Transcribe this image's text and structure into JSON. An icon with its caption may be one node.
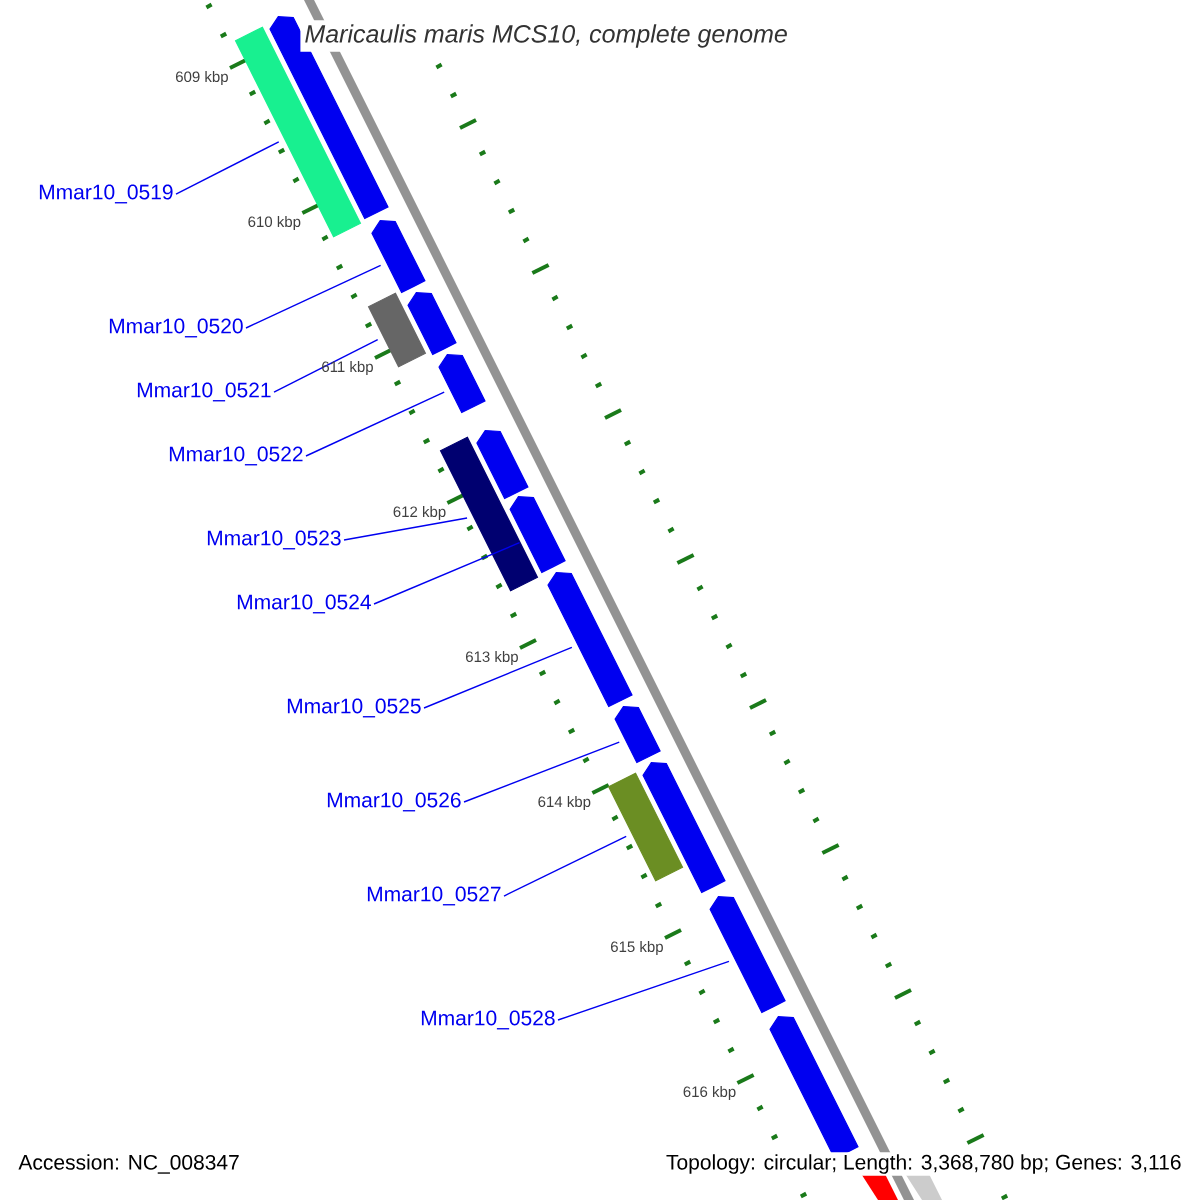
{
  "diagram": {
    "title": "Maricaulis maris MCS10, complete genome",
    "nodes": [
      {
        "text": [],
        "shape": "pentagon"
      },
      {
        "text": [],
        "shape": "bar"
      },
      {
        "text": [],
        "shape": "pentagon"
      },
      {
        "text": [],
        "shape": "pentagon"
      },
      {
        "text": [],
        "shape": "bar"
      },
      {
        "text": [],
        "shape": "pentagon"
      },
      {
        "text": [],
        "shape": "pentagon"
      },
      {
        "text": [],
        "shape": "bar"
      },
      {
        "text": [],
        "shape": "pentagon"
      },
      {
        "text": [],
        "shape": "pentagon"
      },
      {
        "text": [],
        "shape": "pentagon"
      },
      {
        "text": [],
        "shape": "pentagon"
      },
      {
        "text": [],
        "shape": "bar"
      },
      {
        "text": [],
        "shape": "pentagon"
      },
      {
        "text": [],
        "shape": "pentagon"
      },
      {
        "text": [
          "Mmar10_0519"
        ]
      },
      {
        "text": [
          "Mmar10_0520"
        ]
      },
      {
        "text": [
          "Mmar10_0521"
        ]
      },
      {
        "text": [
          "Mmar10_0522"
        ]
      },
      {
        "text": [
          "Mmar10_0523"
        ]
      },
      {
        "text": [
          "Mmar10_0524"
        ]
      },
      {
        "text": [
          "Mmar10_0525"
        ]
      },
      {
        "text": [
          "Mmar10_0526"
        ]
      },
      {
        "text": [
          "Mmar10_0527"
        ]
      },
      {
        "text": [
          "Mmar10_0528"
        ]
      }
    ],
    "edges": [
      {
        "from": 15,
        "to": 1,
        "arrow": "none"
      },
      {
        "from": 16,
        "to": 2,
        "arrow": "none"
      },
      {
        "from": 17,
        "to": 4,
        "arrow": "none"
      },
      {
        "from": 18,
        "to": 5,
        "arrow": "none"
      },
      {
        "from": 19,
        "to": 7,
        "arrow": "none"
      },
      {
        "from": 20,
        "to": 8,
        "arrow": "none"
      },
      {
        "from": 21,
        "to": 9,
        "arrow": "none"
      },
      {
        "from": 22,
        "to": 10,
        "arrow": "none"
      },
      {
        "from": 23,
        "to": 12,
        "arrow": "none"
      },
      {
        "from": 24,
        "to": 13,
        "arrow": "none"
      }
    ],
    "labels": [
      "609 kbp",
      "610 kbp",
      "611 kbp",
      "612 kbp",
      "613 kbp",
      "614 kbp",
      "615 kbp",
      "616 kbp",
      "Accession: NC_008347",
      "Topology: circular; Length: 3,368,780 bp; Genes: 3,116"
    ]
  }
}
